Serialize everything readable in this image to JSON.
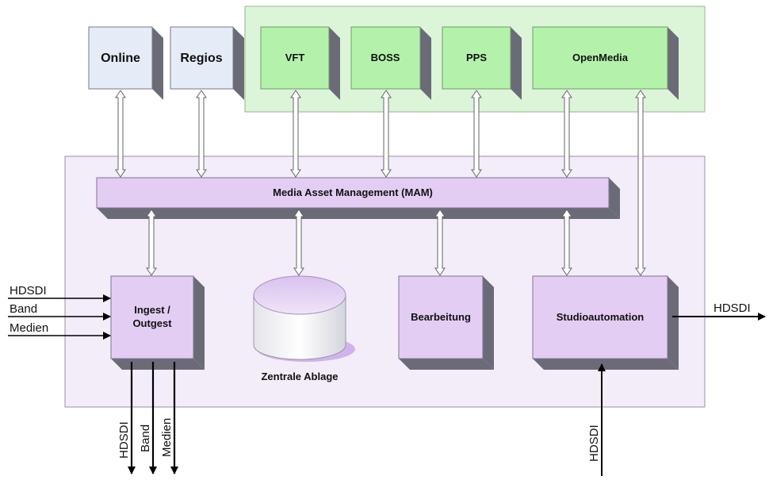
{
  "colors": {
    "top_box_face": "#e6ecf7",
    "green_box_face": "#b4f2ac",
    "green_region": "#dcf5d9",
    "purple_region": "#f3ecf9",
    "purple_box_face": "#e3cdf3",
    "side_dark": "#6b6b78",
    "top_light": "#9a9aa6",
    "arrow_shaft": "#ffffff",
    "arrow_stroke": "#666666",
    "line": "#000000"
  },
  "top_boxes": [
    {
      "id": "online",
      "label": "Online"
    },
    {
      "id": "regios",
      "label": "Regios"
    }
  ],
  "green_boxes": [
    {
      "id": "vft",
      "label": "VFT"
    },
    {
      "id": "boss",
      "label": "BOSS"
    },
    {
      "id": "pps",
      "label": "PPS"
    },
    {
      "id": "openmedia",
      "label": "OpenMedia"
    }
  ],
  "mam": {
    "label": "Media Asset Management (MAM)"
  },
  "components": {
    "ingest_line1": "Ingest /",
    "ingest_line2": "Outgest",
    "storage": "Zentrale Ablage",
    "editing": "Bearbeitung",
    "studio": "Studioautomation"
  },
  "inputs_left": [
    "HDSDI",
    "Band",
    "Medien"
  ],
  "outputs_bottom": [
    "HDSDI",
    "Band",
    "Medien"
  ],
  "output_right": "HDSDI",
  "input_bottom": "HDSDI"
}
